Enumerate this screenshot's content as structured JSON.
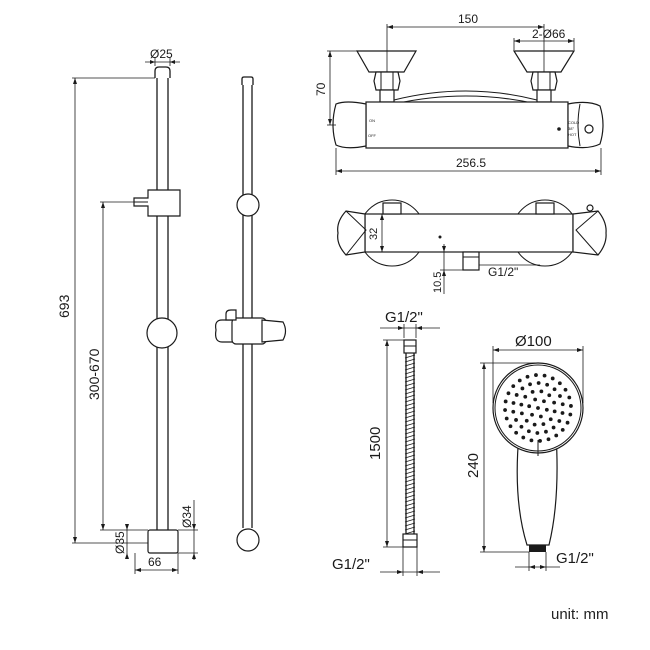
{
  "dimensions": {
    "rail_diameter": "Ø25",
    "rail_length": "693",
    "slider_range": "300-670",
    "bracket_diameter_35": "Ø35",
    "bracket_diameter_34": "Ø34",
    "bracket_width": "66",
    "valve_spacing": "150",
    "eccentric_diameter": "2-Ø66",
    "valve_height": "70",
    "valve_length": "256.5",
    "valve_depth": "32",
    "outlet_offset": "10.5",
    "valve_outlet_thread": "G1/2\"",
    "hose_thread_top": "G1/2\"",
    "hose_length": "1500",
    "hose_thread_bottom": "G1/2\"",
    "head_diameter": "Ø100",
    "handset_length": "240",
    "handset_thread": "G1/2\""
  },
  "valve_labels": {
    "on": "ON",
    "off": "OFF",
    "cold": "COLD",
    "temp": "38°",
    "hot": "HOT"
  },
  "unit_label": "unit: mm"
}
